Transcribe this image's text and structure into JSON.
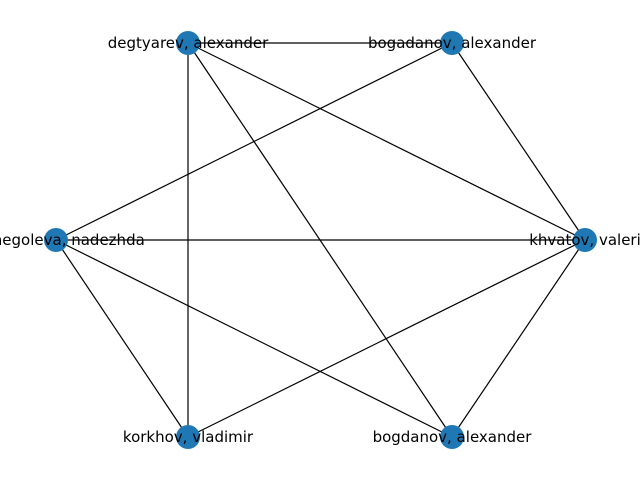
{
  "graph": {
    "node_color": "#1f77b4",
    "edge_color": "#000000",
    "nodes": [
      {
        "id": "n0",
        "label": "khvatov, valeri"
      },
      {
        "id": "n1",
        "label": "bogadanov, alexander"
      },
      {
        "id": "n2",
        "label": "degtyarev, alexander"
      },
      {
        "id": "n3",
        "label": "shchegoleva, nadezhda"
      },
      {
        "id": "n4",
        "label": "korkhov, vladimir"
      },
      {
        "id": "n5",
        "label": "bogdanov, alexander"
      }
    ],
    "edges": [
      [
        "n2",
        "n1"
      ],
      [
        "n2",
        "n0"
      ],
      [
        "n2",
        "n4"
      ],
      [
        "n2",
        "n5"
      ],
      [
        "n1",
        "n3"
      ],
      [
        "n1",
        "n0"
      ],
      [
        "n3",
        "n0"
      ],
      [
        "n3",
        "n4"
      ],
      [
        "n3",
        "n5"
      ],
      [
        "n0",
        "n4"
      ],
      [
        "n0",
        "n5"
      ]
    ]
  }
}
